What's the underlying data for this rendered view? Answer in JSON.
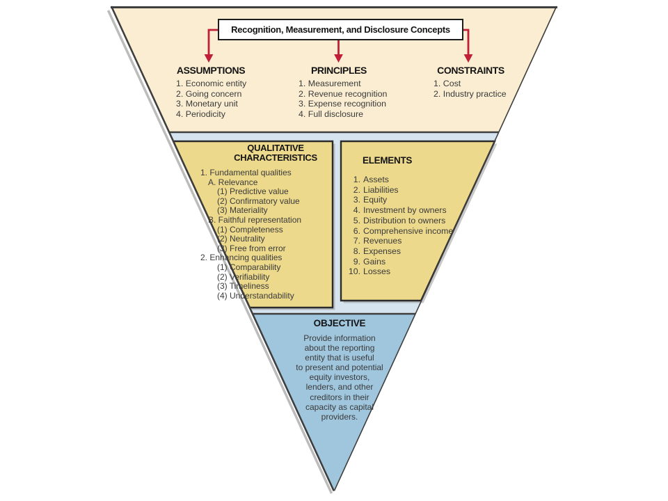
{
  "title_box": {
    "label": "Recognition, Measurement, and Disclosure Concepts"
  },
  "tier1": {
    "columns": [
      {
        "header": "ASSUMPTIONS",
        "items": [
          "1. Economic entity",
          "2. Going concern",
          "3. Monetary unit",
          "4. Periodicity"
        ]
      },
      {
        "header": "PRINCIPLES",
        "items": [
          "1. Measurement",
          "2. Revenue recognition",
          "3. Expense recognition",
          "4. Full disclosure"
        ]
      },
      {
        "header": "CONSTRAINTS",
        "items": [
          "1. Cost",
          "2. Industry practice"
        ]
      }
    ]
  },
  "tier2": {
    "qualitative": {
      "header_lines": [
        "QUALITATIVE",
        "CHARACTERISTICS"
      ],
      "items": [
        {
          "text": "1. Fundamental qualities",
          "indent": 0
        },
        {
          "text": "A. Relevance",
          "indent": 1
        },
        {
          "text": "(1) Predictive value",
          "indent": 2
        },
        {
          "text": "(2) Confirmatory value",
          "indent": 2
        },
        {
          "text": "(3) Materiality",
          "indent": 2
        },
        {
          "text": "B. Faithful representation",
          "indent": 1
        },
        {
          "text": "(1) Completeness",
          "indent": 2
        },
        {
          "text": "(2) Neutrality",
          "indent": 2
        },
        {
          "text": "(3) Free from error",
          "indent": 2
        },
        {
          "text": "2. Enhancing qualities",
          "indent": 0
        },
        {
          "text": "(1) Comparability",
          "indent": 2
        },
        {
          "text": "(2) Verifiability",
          "indent": 2
        },
        {
          "text": "(3) Timeliness",
          "indent": 2
        },
        {
          "text": "(4) Understandability",
          "indent": 2
        }
      ]
    },
    "elements": {
      "header": "ELEMENTS",
      "items": [
        {
          "num": "1.",
          "text": "Assets"
        },
        {
          "num": "2.",
          "text": "Liabilities"
        },
        {
          "num": "3.",
          "text": "Equity"
        },
        {
          "num": "4.",
          "text": "Investment by owners"
        },
        {
          "num": "5.",
          "text": "Distribution to owners"
        },
        {
          "num": "6.",
          "text": "Comprehensive income"
        },
        {
          "num": "7.",
          "text": "Revenues"
        },
        {
          "num": "8.",
          "text": "Expenses"
        },
        {
          "num": "9.",
          "text": "Gains"
        },
        {
          "num": "10.",
          "text": "Losses"
        }
      ]
    }
  },
  "tier3": {
    "header": "OBJECTIVE",
    "body_lines": [
      "Provide information",
      "about the reporting",
      "entity that is useful",
      "to present and potential",
      "equity investors,",
      "lenders, and other",
      "creditors in their",
      "capacity as capital",
      "providers."
    ]
  },
  "colors": {
    "cream": "#FAEDD1",
    "gold": "#ECD98C",
    "band": "#D6E4EF",
    "blue": "#A0C6DE",
    "red": "#C01F39",
    "edge": "#3E3E3E",
    "boxline": "#2B2B2B",
    "ink": "#141414",
    "body": "#3A3A3A",
    "shadow": "#BCBCBC",
    "boxshadow": "#9B9B9B"
  }
}
